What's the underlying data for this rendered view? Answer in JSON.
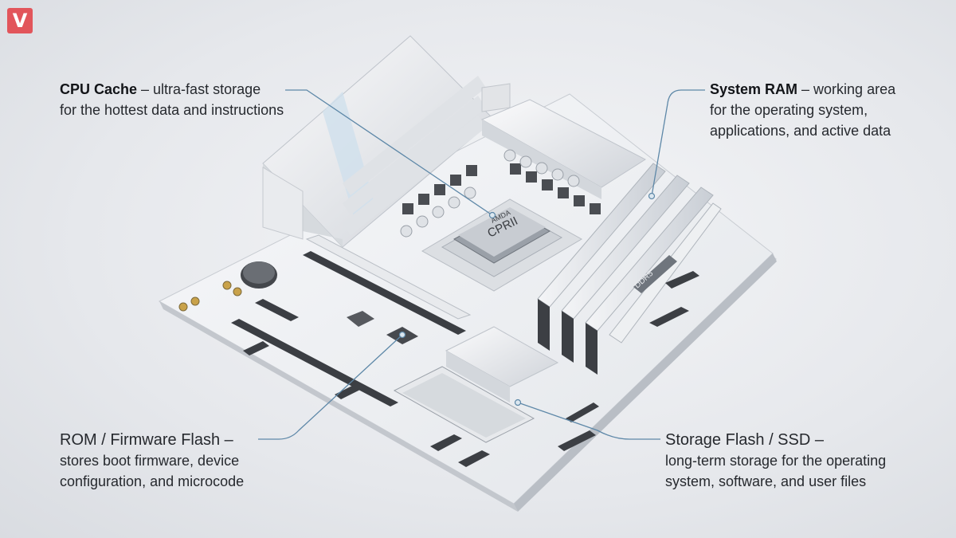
{
  "logo": {
    "glyph": "V",
    "color": "#e2555b"
  },
  "labels": {
    "cpu_cache": {
      "title": "CPU Cache",
      "desc_line1": " – ultra-fast storage",
      "desc_line2": "for the hottest data and instructions"
    },
    "system_ram": {
      "title": "System RAM",
      "desc_line1": " – working area",
      "desc_line2": "for the operating system,",
      "desc_line3": "applications, and active data"
    },
    "rom_flash": {
      "title": "ROM / Firmware Flash –",
      "desc_line1": "stores boot firmware, device",
      "desc_line2": "configuration, and microcode"
    },
    "storage_ssd": {
      "title": "Storage Flash / SSD –",
      "desc_line1": "long-term storage for the operating",
      "desc_line2": "system, software, and user files"
    }
  },
  "cpu_marking": {
    "brand": "AMDA",
    "model": "CPRII"
  },
  "ram_label": "DDR5"
}
